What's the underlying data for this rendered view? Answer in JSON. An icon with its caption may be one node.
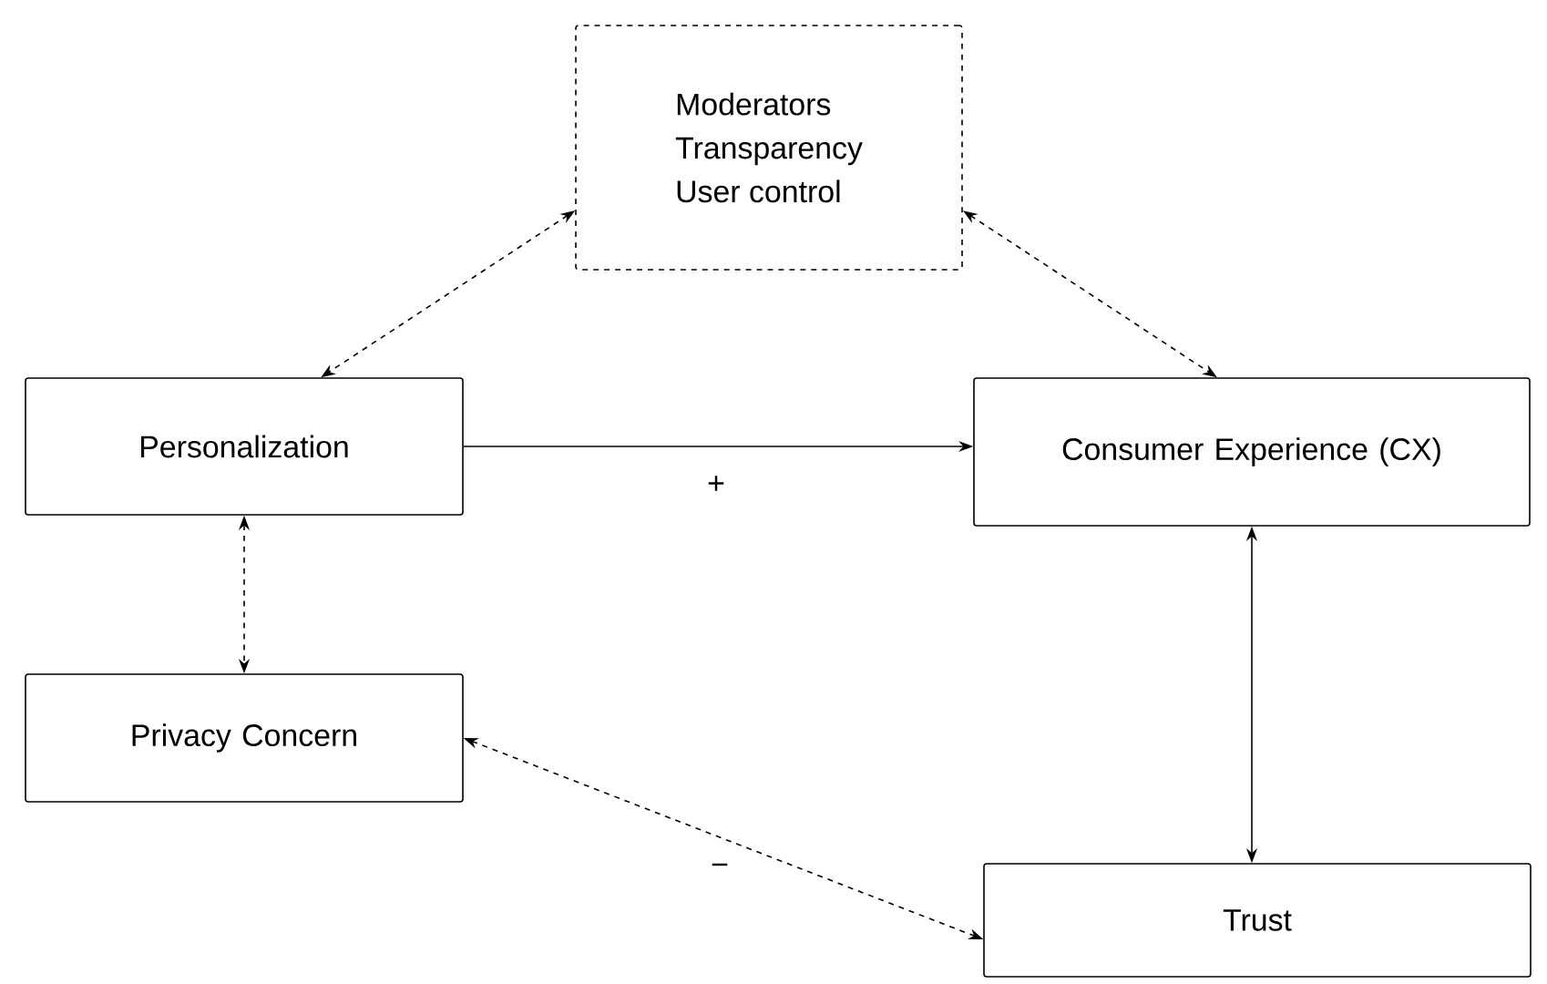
{
  "diagram": {
    "nodes": [
      {
        "text": [
          "Moderators",
          "Transparency",
          "User control"
        ]
      },
      {
        "text": [
          "Personalization"
        ]
      },
      {
        "text": [
          "Consumer Experience (CX)"
        ]
      },
      {
        "text": [
          "Privacy Concern"
        ]
      },
      {
        "text": [
          "Trust"
        ]
      }
    ],
    "edges": [
      {
        "from": 0,
        "to": 1,
        "arrow": "both",
        "style": "dashed"
      },
      {
        "from": 0,
        "to": 2,
        "arrow": "both",
        "style": "dashed"
      },
      {
        "from": 1,
        "to": 2,
        "arrow": "to",
        "label": "+"
      },
      {
        "from": 1,
        "to": 3,
        "arrow": "both",
        "style": "dashed"
      },
      {
        "from": 3,
        "to": 4,
        "arrow": "both",
        "style": "dashed",
        "label": "−"
      },
      {
        "from": 2,
        "to": 4,
        "arrow": "both"
      }
    ]
  }
}
